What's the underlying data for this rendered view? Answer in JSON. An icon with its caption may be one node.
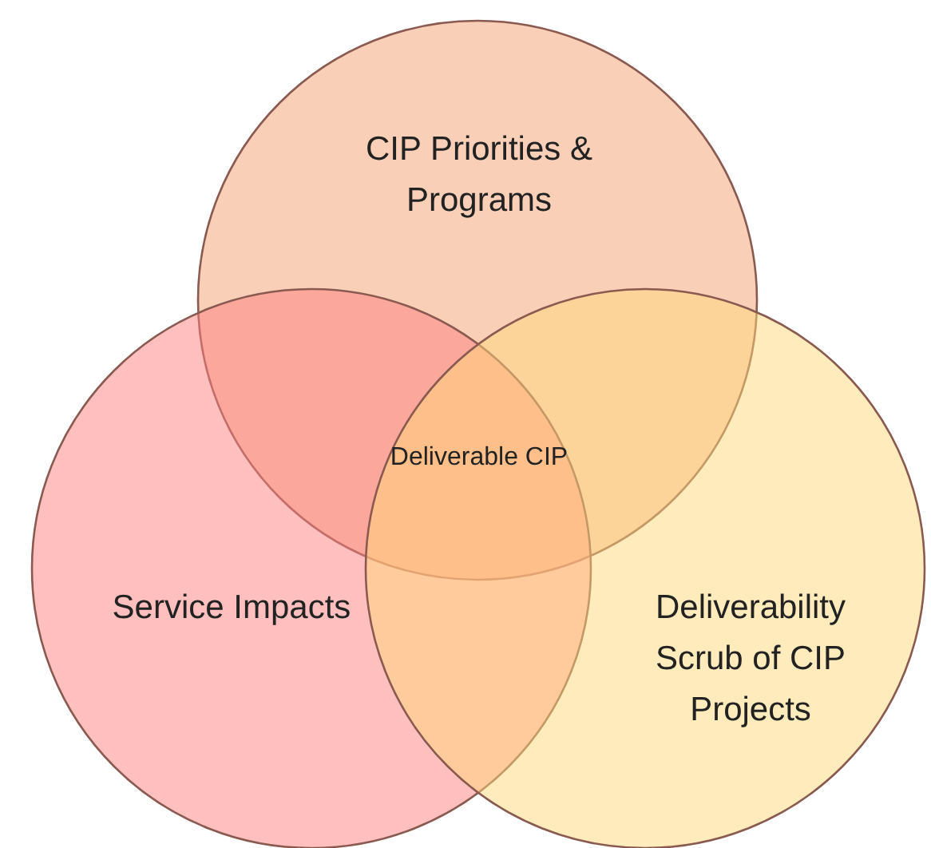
{
  "diagram": {
    "nodes": [
      {
        "text": [
          "CIP Priorities & Programs"
        ]
      },
      {
        "text": [
          "Service Impacts"
        ]
      },
      {
        "text": [
          "Deliverability Scrub of CIP Projects"
        ]
      }
    ],
    "edges": [],
    "labels": [
      "Deliverable CIP"
    ]
  }
}
